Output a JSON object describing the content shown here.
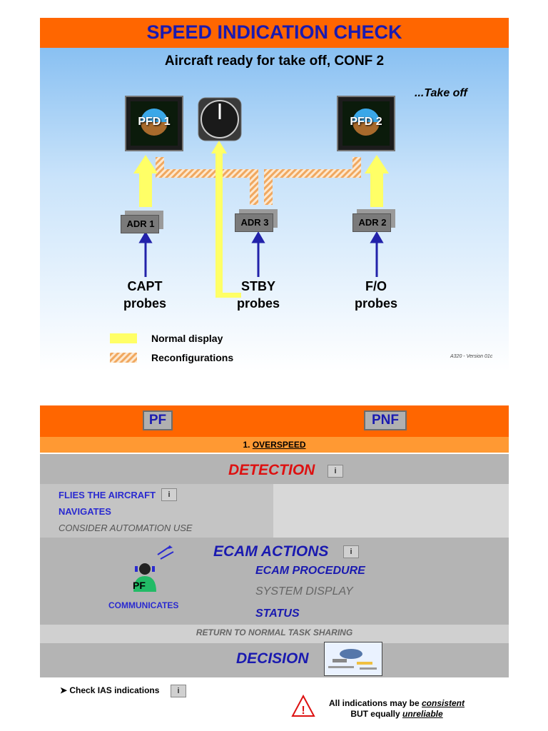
{
  "slide1": {
    "title": "SPEED INDICATION CHECK",
    "subtitle": "Aircraft ready for take off, CONF 2",
    "phase": "...Take off",
    "pfd1": "PFD 1",
    "pfd2": "PFD 2",
    "adr1": "ADR 1",
    "adr2": "ADR 2",
    "adr3": "ADR 3",
    "capt_line1": "CAPT",
    "capt_line2": "probes",
    "stby_line1": "STBY",
    "stby_line2": "probes",
    "fo_line1": "F/O",
    "fo_line2": "probes",
    "legend_normal": "Normal display",
    "legend_reconf": "Reconfigurations",
    "version": "A320 - Version 01c",
    "colors": {
      "normal": "#ffff66",
      "reconf": "#f2b880",
      "adr_arrow": "#2222aa"
    }
  },
  "slide2": {
    "pf": "PF",
    "pnf": "PNF",
    "sub_num": "1.",
    "sub_title": "OVERSPEED",
    "detection": "DETECTION",
    "info": "i",
    "flies": "FLIES THE AIRCRAFT",
    "navigates": "NAVIGATES",
    "automation": "CONSIDER AUTOMATION USE",
    "ecam_actions": "ECAM ACTIONS",
    "ecam_procedure": "ECAM PROCEDURE",
    "system_display": "SYSTEM DISPLAY",
    "status": "STATUS",
    "pf_badge": "PF",
    "communicates": "COMMUNICATES",
    "return": "RETURN TO NORMAL TASK SHARING",
    "decision": "DECISION",
    "check_ias": "Check IAS indications",
    "warn_line1a": "All indications may be ",
    "warn_line1b": "consistent",
    "warn_line2a": "BUT equally ",
    "warn_line2b": "unreliable",
    "colors": {
      "detection": "#dd1111",
      "blue": "#1a1ab0"
    }
  }
}
